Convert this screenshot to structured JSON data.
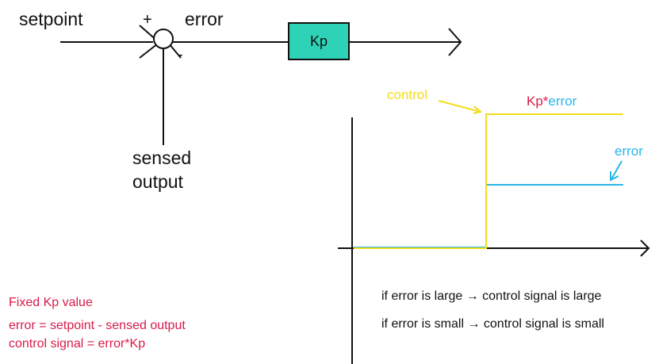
{
  "block_diagram": {
    "input_label": "setpoint",
    "plus_sign": "+",
    "minus_sign": "-",
    "error_label": "error",
    "gain_block": "Kp",
    "feedback_label_line1": "sensed",
    "feedback_label_line2": "output"
  },
  "response_plot": {
    "control_label": "control",
    "kp_label": "Kp",
    "star": "*",
    "kp_error_label": "error",
    "error_label": "error"
  },
  "notes": {
    "large": "if error is large → control signal is large",
    "small": "if error is small → control signal is small"
  },
  "equations": {
    "title": "Fixed Kp value",
    "line1": "error = setpoint - sensed output",
    "line2": "control signal = error*Kp"
  },
  "colors": {
    "control_line": "#f2dd1c",
    "error_line": "#29b6e6",
    "kp_text": "#d81b4a",
    "gain_block_fill": "#2ed3b7"
  }
}
